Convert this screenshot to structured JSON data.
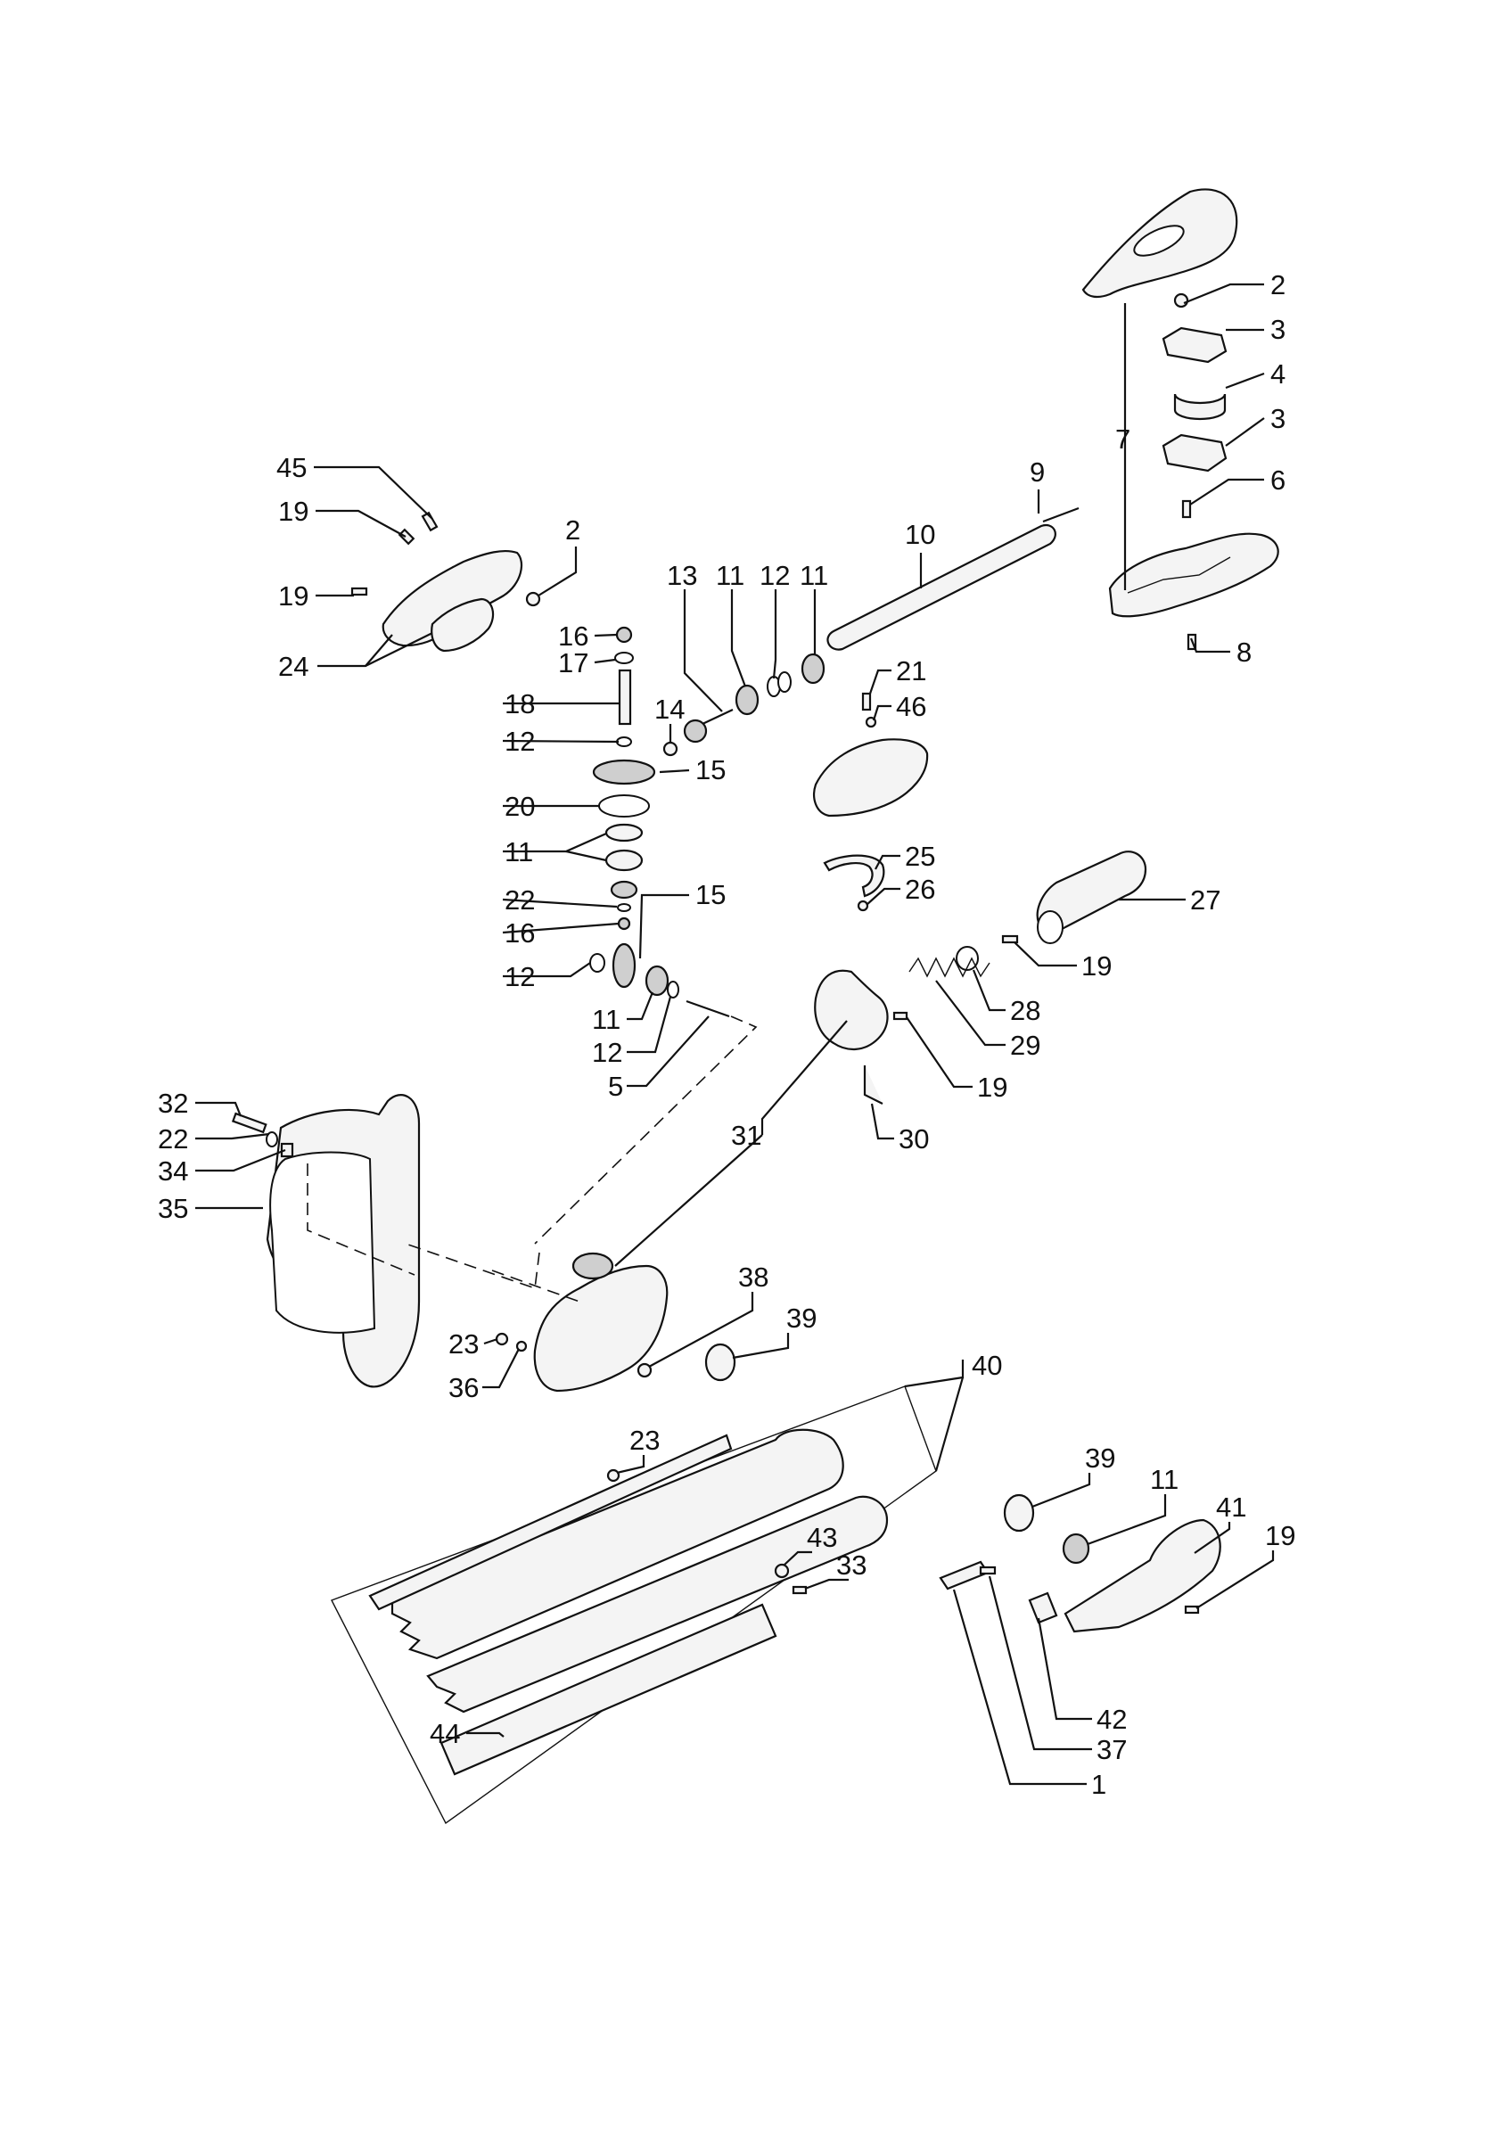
{
  "callouts": [
    {
      "id": "c2a",
      "text": "2"
    },
    {
      "id": "c3a",
      "text": "3"
    },
    {
      "id": "c4",
      "text": "4"
    },
    {
      "id": "c3b",
      "text": "3"
    },
    {
      "id": "c7",
      "text": "7"
    },
    {
      "id": "c6",
      "text": "6"
    },
    {
      "id": "c8",
      "text": "8"
    },
    {
      "id": "c9",
      "text": "9"
    },
    {
      "id": "c10",
      "text": "10"
    },
    {
      "id": "c45",
      "text": "45"
    },
    {
      "id": "c19a",
      "text": "19"
    },
    {
      "id": "c19b",
      "text": "19"
    },
    {
      "id": "c24",
      "text": "24"
    },
    {
      "id": "c2b",
      "text": "2"
    },
    {
      "id": "c13",
      "text": "13"
    },
    {
      "id": "c11a",
      "text": "11"
    },
    {
      "id": "c12a",
      "text": "12"
    },
    {
      "id": "c11b",
      "text": "11"
    },
    {
      "id": "c16a",
      "text": "16"
    },
    {
      "id": "c17",
      "text": "17"
    },
    {
      "id": "c18",
      "text": "18"
    },
    {
      "id": "c14",
      "text": "14"
    },
    {
      "id": "c12b",
      "text": "12"
    },
    {
      "id": "c15a",
      "text": "15"
    },
    {
      "id": "c20",
      "text": "20"
    },
    {
      "id": "c11c",
      "text": "11"
    },
    {
      "id": "c22a",
      "text": "22"
    },
    {
      "id": "c15b",
      "text": "15"
    },
    {
      "id": "c16b",
      "text": "16"
    },
    {
      "id": "c12c",
      "text": "12"
    },
    {
      "id": "c11d",
      "text": "11"
    },
    {
      "id": "c12d",
      "text": "12"
    },
    {
      "id": "c5",
      "text": "5"
    },
    {
      "id": "c21",
      "text": "21"
    },
    {
      "id": "c46",
      "text": "46"
    },
    {
      "id": "c25",
      "text": "25"
    },
    {
      "id": "c26",
      "text": "26"
    },
    {
      "id": "c27",
      "text": "27"
    },
    {
      "id": "c19c",
      "text": "19"
    },
    {
      "id": "c28",
      "text": "28"
    },
    {
      "id": "c29",
      "text": "29"
    },
    {
      "id": "c19d",
      "text": "19"
    },
    {
      "id": "c30",
      "text": "30"
    },
    {
      "id": "c31",
      "text": "31"
    },
    {
      "id": "c32",
      "text": "32"
    },
    {
      "id": "c22b",
      "text": "22"
    },
    {
      "id": "c34",
      "text": "34"
    },
    {
      "id": "c35",
      "text": "35"
    },
    {
      "id": "c38",
      "text": "38"
    },
    {
      "id": "c39a",
      "text": "39"
    },
    {
      "id": "c23a",
      "text": "23"
    },
    {
      "id": "c36",
      "text": "36"
    },
    {
      "id": "c40",
      "text": "40"
    },
    {
      "id": "c23b",
      "text": "23"
    },
    {
      "id": "c39b",
      "text": "39"
    },
    {
      "id": "c11e",
      "text": "11"
    },
    {
      "id": "c41",
      "text": "41"
    },
    {
      "id": "c19e",
      "text": "19"
    },
    {
      "id": "c43",
      "text": "43"
    },
    {
      "id": "c33",
      "text": "33"
    },
    {
      "id": "c42",
      "text": "42"
    },
    {
      "id": "c37",
      "text": "37"
    },
    {
      "id": "c44",
      "text": "44"
    },
    {
      "id": "c1",
      "text": "1"
    }
  ]
}
